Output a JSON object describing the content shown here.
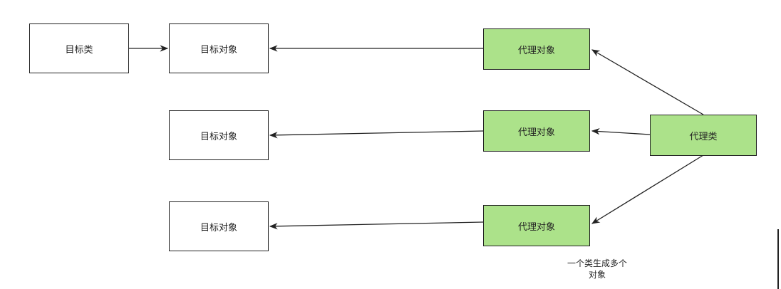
{
  "nodes": {
    "target_class": "目标类",
    "target_object_1": "目标对象",
    "target_object_2": "目标对象",
    "target_object_3": "目标对象",
    "proxy_object_1": "代理对象",
    "proxy_object_2": "代理对象",
    "proxy_object_3": "代理对象",
    "proxy_class": "代理类"
  },
  "note": {
    "line1": "一个类生成多个",
    "line2": "对象"
  },
  "colors": {
    "proxy_fill": "#ace28a",
    "plain_fill": "#ffffff",
    "stroke": "#222222"
  }
}
